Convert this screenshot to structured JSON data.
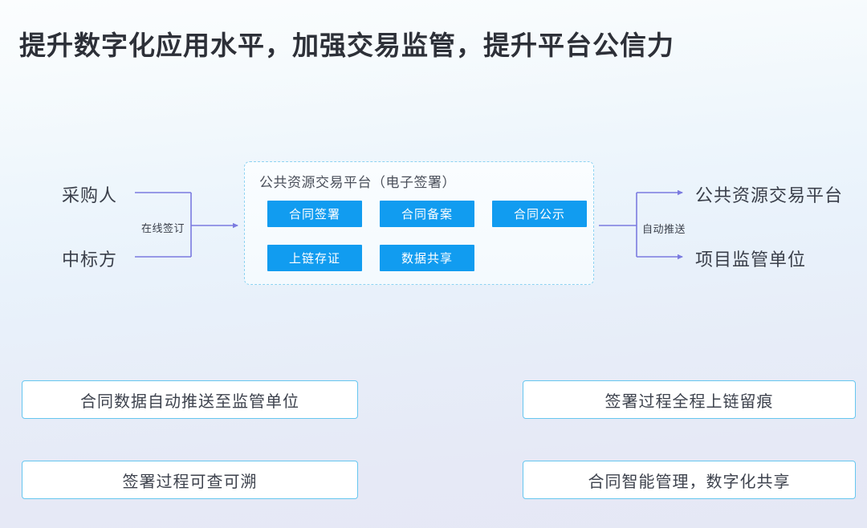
{
  "slide": {
    "title": "提升数字化应用水平，加强交易监管，提升平台公信力",
    "background_start": "#fbfdfe",
    "background_end": "#e5e8f5"
  },
  "diagram": {
    "actors": [
      {
        "id": "buyer",
        "label": "采购人"
      },
      {
        "id": "winner",
        "label": "中标方"
      }
    ],
    "edges": [
      {
        "id": "sign",
        "caption": "在线签订"
      },
      {
        "id": "push",
        "caption": "自动推送"
      }
    ],
    "destinations": [
      {
        "id": "platform",
        "label": "公共资源交易平台"
      },
      {
        "id": "regulator",
        "label": "项目监管单位"
      }
    ],
    "platform_panel": {
      "title": "公共资源交易平台（电子签署）",
      "border_color": "#8ed3f2",
      "chip_color": "#119cf0",
      "chips_row_1": [
        {
          "id": "contract-sign",
          "label": "合同签署"
        },
        {
          "id": "contract-filing",
          "label": "合同备案"
        },
        {
          "id": "contract-publish",
          "label": "合同公示"
        }
      ],
      "chips_row_2": [
        {
          "id": "chain-evidence",
          "label": "上链存证"
        },
        {
          "id": "data-sharing",
          "label": "数据共享"
        }
      ]
    },
    "connector_color": "#7b7be0"
  },
  "benefits": [
    {
      "id": "benefit-1",
      "label": "合同数据自动推送至监管单位"
    },
    {
      "id": "benefit-2",
      "label": "签署过程可查可溯"
    },
    {
      "id": "benefit-3",
      "label": "签署过程全程上链留痕"
    },
    {
      "id": "benefit-4",
      "label": "合同智能管理，数字化共享"
    }
  ],
  "benefit_border_color": "#66c6ef"
}
